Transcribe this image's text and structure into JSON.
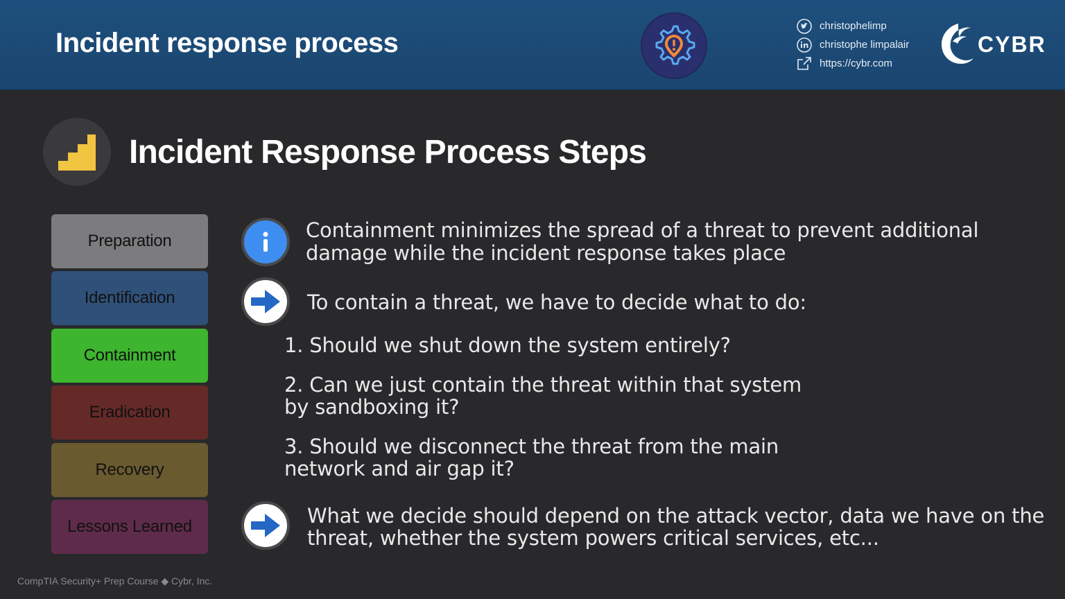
{
  "header": {
    "title": "Incident response process",
    "social": {
      "twitter": "christophelimp",
      "linkedin": "christophe limpalair",
      "website": "https://cybr.com"
    },
    "logo_text": "CYBR"
  },
  "section": {
    "title": "Incident Response Process Steps"
  },
  "steps": [
    {
      "label": "Preparation",
      "color": "#7c7c7f"
    },
    {
      "label": "Identification",
      "color": "#2f5179"
    },
    {
      "label": "Containment",
      "color": "#3db52f"
    },
    {
      "label": "Eradication",
      "color": "#652a27"
    },
    {
      "label": "Recovery",
      "color": "#6a5a30"
    },
    {
      "label": "Lessons Learned",
      "color": "#5f2b4a"
    }
  ],
  "content": {
    "info_line1": "Containment minimizes the spread of a threat to prevent additional",
    "info_line2": "damage while the incident response takes place",
    "decide": "To contain a threat, we have to decide what to do:",
    "item1": "1. Should we shut down the system entirely?",
    "item2_line1": "2. Can we just contain the threat within that system",
    "item2_line2": "by sandboxing it?",
    "item3_line1": "3. Should we disconnect the threat from the main",
    "item3_line2": "network and air gap it?",
    "depend_line1": "What we decide should depend on the attack vector, data we have on the",
    "depend_line2": "threat, whether the system powers critical services, etc..."
  },
  "footer": "CompTIA Security+ Prep Course ◆ Cybr, Inc.",
  "icons": {
    "badge": "gear-alert-icon",
    "section": "stairs-icon",
    "info": "info-icon",
    "arrow": "arrow-right-icon"
  },
  "colors": {
    "header_bg": "#1e4f7c",
    "page_bg": "#29292c",
    "info_blue": "#3d8ef0",
    "arrow_blue": "#2467c4",
    "stairs_yellow": "#f2c541"
  }
}
